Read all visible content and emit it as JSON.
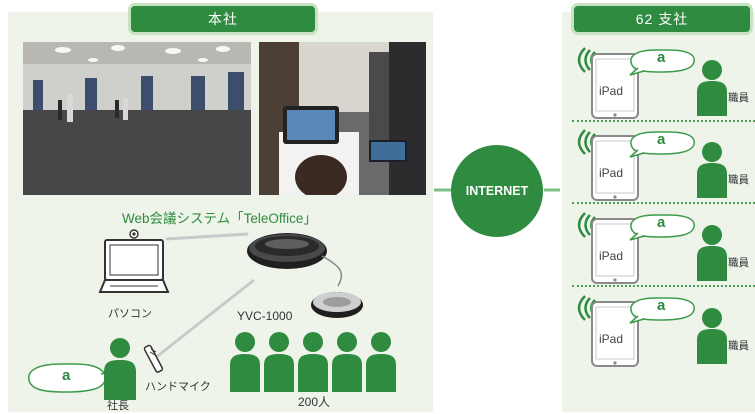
{
  "hq": {
    "tag": "本社",
    "system_title": "Web会議システム「TeleOffice」",
    "pc_label": "パソコン",
    "speaker_label": "YVC-1000",
    "mic_label": "ハンドマイク",
    "president_label": "社長",
    "audience_label": "200人",
    "bubble_text": "a"
  },
  "internet": {
    "label": "INTERNET"
  },
  "branch": {
    "tag": "62 支社",
    "rows": [
      {
        "ipad": "iPad",
        "staff": "職員",
        "bubble": "a"
      },
      {
        "ipad": "iPad",
        "staff": "職員",
        "bubble": "a"
      },
      {
        "ipad": "iPad",
        "staff": "職員",
        "bubble": "a"
      },
      {
        "ipad": "iPad",
        "staff": "職員",
        "bubble": "a"
      }
    ]
  },
  "colors": {
    "green": "#2e8b3f",
    "panel": "#eef4ea",
    "bubble_border": "#3c9a4a"
  }
}
